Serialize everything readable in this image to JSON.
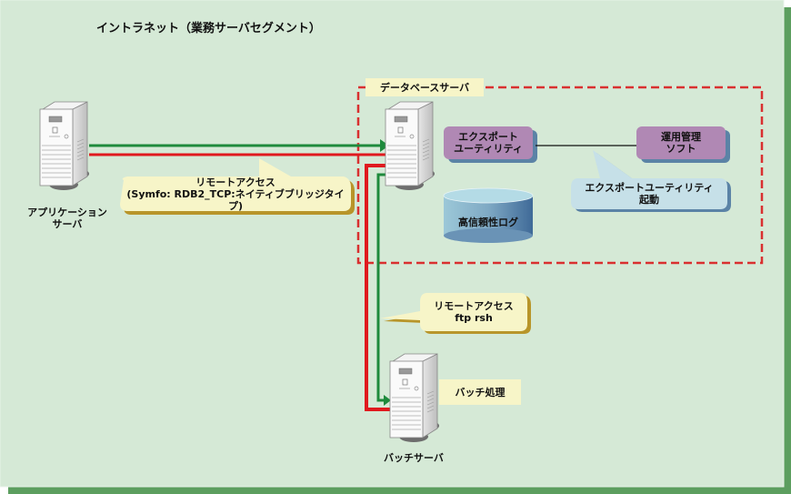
{
  "diagram": {
    "title": "イントラネット（業務サーバセグメント）",
    "db_segment_label": "データベースサーバ",
    "nodes": {
      "app_server": {
        "label_line1": "アプリケーション",
        "label_line2": "サーバ"
      },
      "db_server": {
        "label": "データベースサーバ"
      },
      "batch_server": {
        "label": "バッチサーバ"
      }
    },
    "components": {
      "export_utility": {
        "line1": "エクスポート",
        "line2": "ユーティリティ"
      },
      "ops_mgmt": {
        "line1": "運用管理",
        "line2": "ソフト"
      },
      "log": {
        "label": "高信頼性ログ"
      },
      "batch_process": {
        "label": "バッチ処理"
      }
    },
    "callouts": {
      "remote_access_db": {
        "line1": "リモートアクセス",
        "line2": "(Symfo: RDB2_TCP:ネイティブブリッジタイプ)"
      },
      "remote_access_batch": {
        "line1": "リモートアクセス",
        "line2": "ftp rsh"
      },
      "export_launch": {
        "line1": "エクスポートユーティリティ",
        "line2": "起動"
      }
    },
    "colors": {
      "background": "#d5e9d6",
      "frame_shadow": "#5c9e5f",
      "green_line": "#1e8a3c",
      "red_line": "#e0191e",
      "dashed_border": "#d93030",
      "purple_box": "#b088b4",
      "purple_shadow": "#5b83a6",
      "yellow_callout": "#f7f5c8",
      "yellow_shadow": "#b8952a",
      "blue_callout": "#c6e0e8",
      "label_bg": "#f7f5c8"
    }
  }
}
